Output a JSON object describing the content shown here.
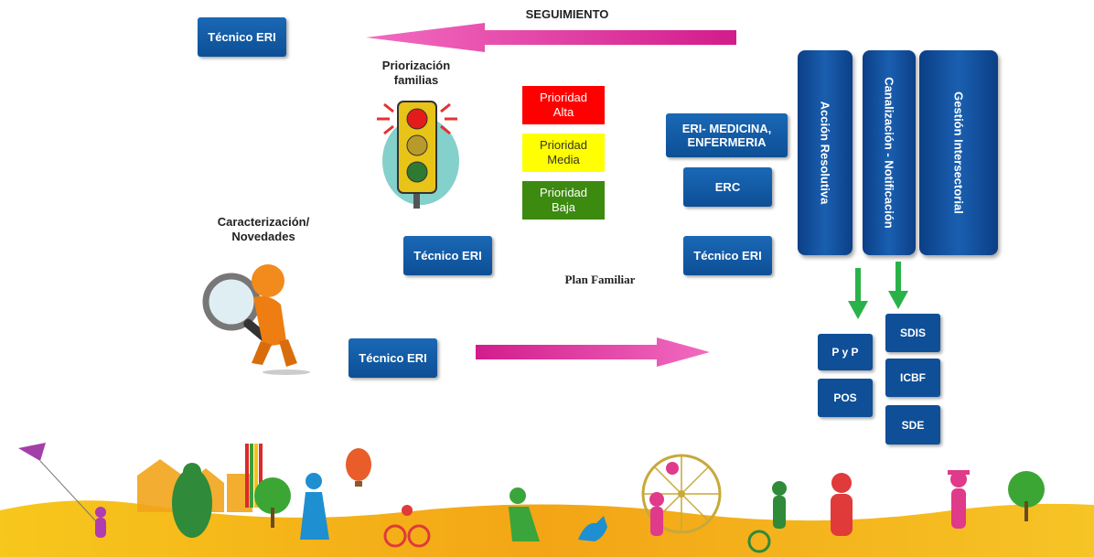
{
  "header": {
    "seguimiento": "SEGUIMIENTO"
  },
  "boxes": {
    "tecnico_top": "Técnico ERI",
    "tecnico_mid": "Técnico ERI",
    "tecnico_right": "Técnico ERI",
    "tecnico_bottom": "Técnico ERI",
    "eri_medicina": "ERI- MEDICINA, ENFERMERIA",
    "erc": "ERC"
  },
  "labels": {
    "priorizacion": "Priorización familias",
    "caracterizacion": "Caracterización/ Novedades",
    "plan_familiar": "Plan Familiar"
  },
  "priorities": [
    {
      "label": "Prioridad Alta",
      "color": "#ff0000",
      "text_color": "#ffffff"
    },
    {
      "label": "Prioridad Media",
      "color": "#ffff00",
      "text_color": "#333333"
    },
    {
      "label": "Prioridad Baja",
      "color": "#3c8a10",
      "text_color": "#ffffff"
    }
  ],
  "vertical_bars": [
    {
      "label": "Acción Resolutiva"
    },
    {
      "label": "Canalización - Notificación"
    },
    {
      "label": "Gestión Intersectorial"
    }
  ],
  "left_stack": [
    "P y P",
    "POS"
  ],
  "right_stack": [
    "SDIS",
    "ICBF",
    "SDE"
  ],
  "colors": {
    "arrow": "#e0359a",
    "blue": "#0e4f98",
    "green_arrow": "#2ab24a"
  }
}
